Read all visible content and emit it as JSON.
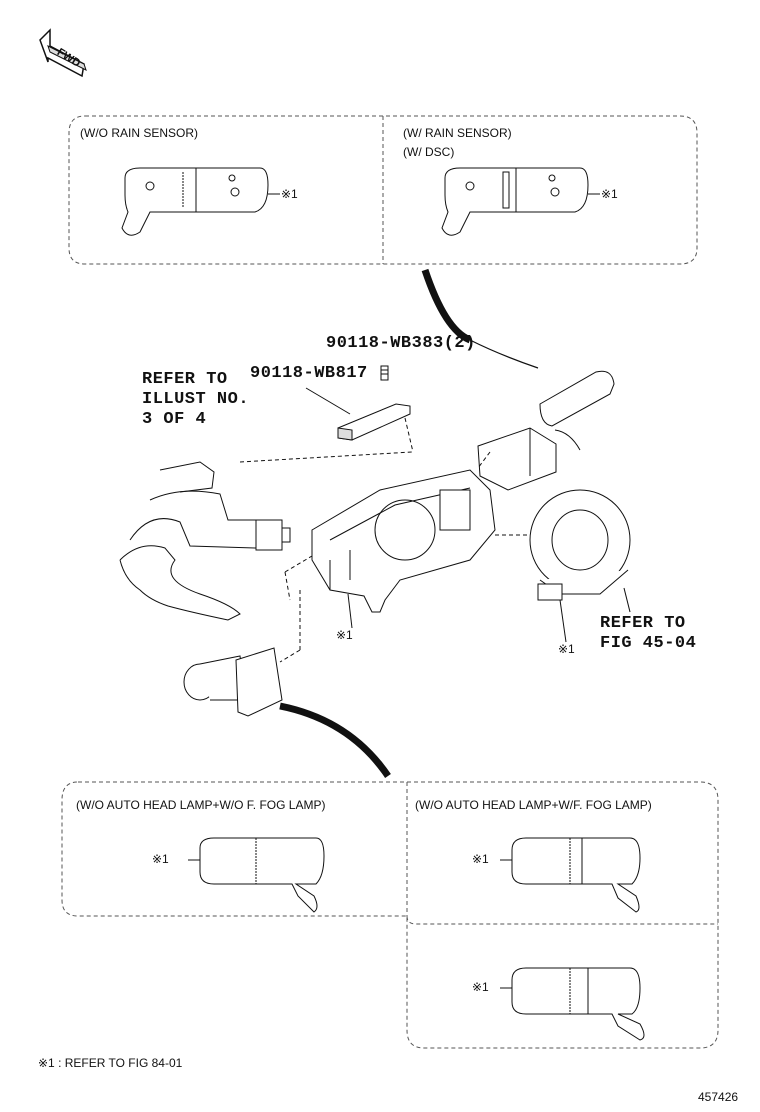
{
  "fwd_label": "FWD",
  "top_panel": {
    "left_caption": "(W/O RAIN SENSOR)",
    "right_caption_line1": "(W/ RAIN SENSOR)",
    "right_caption_line2": "(W/ DSC)",
    "left_callout": "※1",
    "right_callout": "※1"
  },
  "parts": {
    "bolt_label": "90118-WB383(2)",
    "screw_label": "90118-WB817"
  },
  "refer_illust": {
    "line1": "REFER TO",
    "line2": "ILLUST NO.",
    "line3": "3 OF 4"
  },
  "refer_fig": {
    "line1": "REFER TO",
    "line2": "FIG 45-04"
  },
  "center_callouts": {
    "column_switch": "※1",
    "clock_spring": "※1"
  },
  "bottom_panel": {
    "left_caption": "(W/O AUTO HEAD LAMP+W/O F. FOG LAMP)",
    "right_caption": "(W/O AUTO HEAD LAMP+W/F. FOG LAMP)",
    "left_callout": "※1",
    "right_callout": "※1",
    "lower_callout": "※1"
  },
  "footnote": "※1 : REFER TO FIG 84-01",
  "figure_number": "457426"
}
